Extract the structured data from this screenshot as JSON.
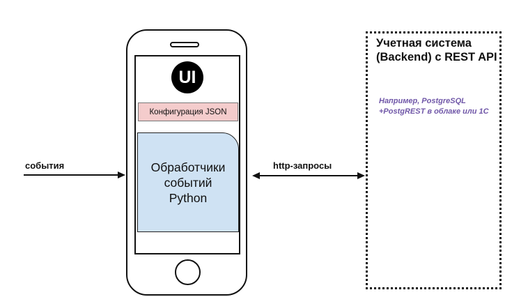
{
  "phone": {
    "logo_text": "UI",
    "config_label": "Конфигурация JSON",
    "handlers_label": "Обработчики\nсобытий\nPython"
  },
  "arrows": {
    "events_label": "события",
    "http_label": "http-запросы"
  },
  "backend": {
    "title": "Учетная система (Backend) с REST API",
    "example": "Например, PostgreSQL +PostgREST в облаке или 1С"
  }
}
